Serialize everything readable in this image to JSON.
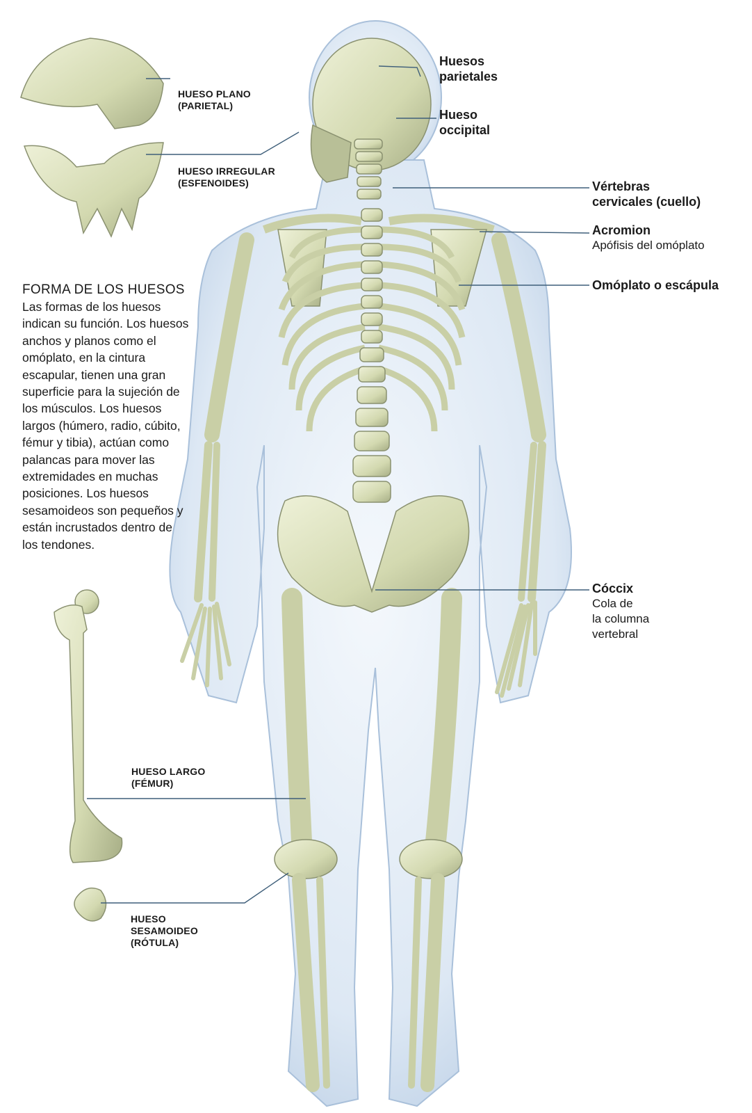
{
  "colors": {
    "bone": "#d6dcb4",
    "bone_dark": "#9ea580",
    "silhouette": "#d8e5f2",
    "silhouette_edge": "#9fb7d3",
    "leader": "#3f5f7a",
    "text": "#1a1a1a"
  },
  "specimens": {
    "flat": {
      "label_line1": "HUESO PLANO",
      "label_line2": "(PARIETAL)"
    },
    "irregular": {
      "label_line1": "HUESO IRREGULAR",
      "label_line2": "(ESFENOIDES)"
    },
    "long": {
      "label_line1": "HUESO LARGO",
      "label_line2": "(FÉMUR)"
    },
    "sesamoid": {
      "label_line1": "HUESO",
      "label_line2": "SESAMOIDEO",
      "label_line3": "(RÓTULA)"
    }
  },
  "callouts": {
    "parietal": {
      "line1": "Huesos",
      "line2": "parietales"
    },
    "occipital": {
      "line1": "Hueso",
      "line2": "occipital"
    },
    "cervical": {
      "line1": "Vértebras",
      "line2": "cervicales (cuello)"
    },
    "acromion": {
      "term": "Acromion",
      "desc": "Apófisis del omóplato"
    },
    "scapula": {
      "term": "Omóplato o escápula"
    },
    "coccyx": {
      "term": "Cóccix",
      "desc1": "Cola de",
      "desc2": "la columna",
      "desc3": "vertebral"
    }
  },
  "text_panel": {
    "title": "FORMA DE LOS HUESOS",
    "body": "Las formas de los huesos indican su función. Los huesos anchos y planos como el omóplato, en la cintura escapular, tienen una gran superficie para la sujeción de los músculos. Los huesos largos (húmero, radio, cúbito, fémur y tibia), actúan como palancas para mover las extremidades en muchas posiciones. Los huesos sesamoideos son pequeños y están incrustados dentro de los tendones."
  }
}
